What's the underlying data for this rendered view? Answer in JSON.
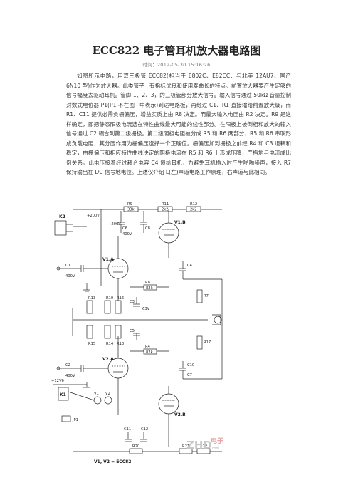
{
  "article": {
    "title": "ECC822 电子管耳机放大器电路图",
    "meta": "时间：2012-05-30 15:16:26",
    "paragraph": "如图所示电路，用双三极管 ECC82(相当于 E802C、E82CC、与北美 12AU7、国产 6N10 型)作为放大器。此类管子 l 有指标优良和使用寿命长的特点。前置放大器要产生足够的信号幅度去驱动耳机。管脚 1、2、3，的三极管部分放大信号。输入信号通过 50kΩ 音量控制对数式电位器 P1(P1 不在图 l 中表示)到达电路板，再经过 C1、R1 直接输给前置放大级，而 R1、C11 提供必需负栅偏压，增益实质上由 R8 决定。而最大输入电压由 R2 决定。R9 是这样确定，即把静态阳极电流选在特性曲线最大可能的线性部分。在阳极上被倒相和放大的输入信号通过 C2 耦合到第二级栅极。第二级阴极电阻被分成 R5 和 R6 两部分，R5 和 R6 串联形成负载电阻，其分压作用为栅偏压选择一个正确值。栅偏压加到栅极之前经 R4 和 C3 退耦和稳定，由栅偏压和相应特性曲线决定的阴极电流在 R5 和 R6 上形成压降，严格地与电流成比例关系。此电压接着经过耦合电容 C4 馈给耳机，为避免耳机插入时产生啪啪噪声，接入 R7 保持输出在 DC 信号地电位。上述仅介绍 L(左)声道电路工作原理，右声道与此相同。"
  },
  "schematic": {
    "labels": {
      "k2": "K2",
      "v200": "+200V",
      "v200b": "+200V",
      "v12": "+12V6",
      "k1": "K1",
      "jp1": "JP1",
      "v1a": "V1.A",
      "v1b": "V1.B",
      "v2a": "V2.A",
      "v2b": "V2.B",
      "v1": "V1",
      "v2": "V2",
      "r9": "R9",
      "r9v": "33k",
      "r10": "R10",
      "r11": "R11",
      "r11v": "2k2",
      "r12": "R12",
      "r12v": "2k2",
      "r8": "R8",
      "r8v": "82k",
      "r4": "R4",
      "r4v": "82k",
      "r15": "R15",
      "r14": "R14",
      "r13": "R13",
      "r16": "R16",
      "r7": "R7",
      "r17": "R17",
      "r18": "R18",
      "r20": "R20",
      "r21": "R21",
      "r22": "R22",
      "c1": "C1",
      "c2": "C2",
      "c3": "C3",
      "c4": "C4",
      "c5": "C5",
      "c6": "C6",
      "c7": "C7",
      "c8": "C8",
      "c10": "C10",
      "c11": "C11",
      "c12": "C12",
      "v400": "400V",
      "v63": "63V",
      "footer": "V1, V2 = ECC82"
    },
    "watermark": {
      "main": "ZHD",
      "sub": "电子",
      "domain": ".com"
    }
  }
}
